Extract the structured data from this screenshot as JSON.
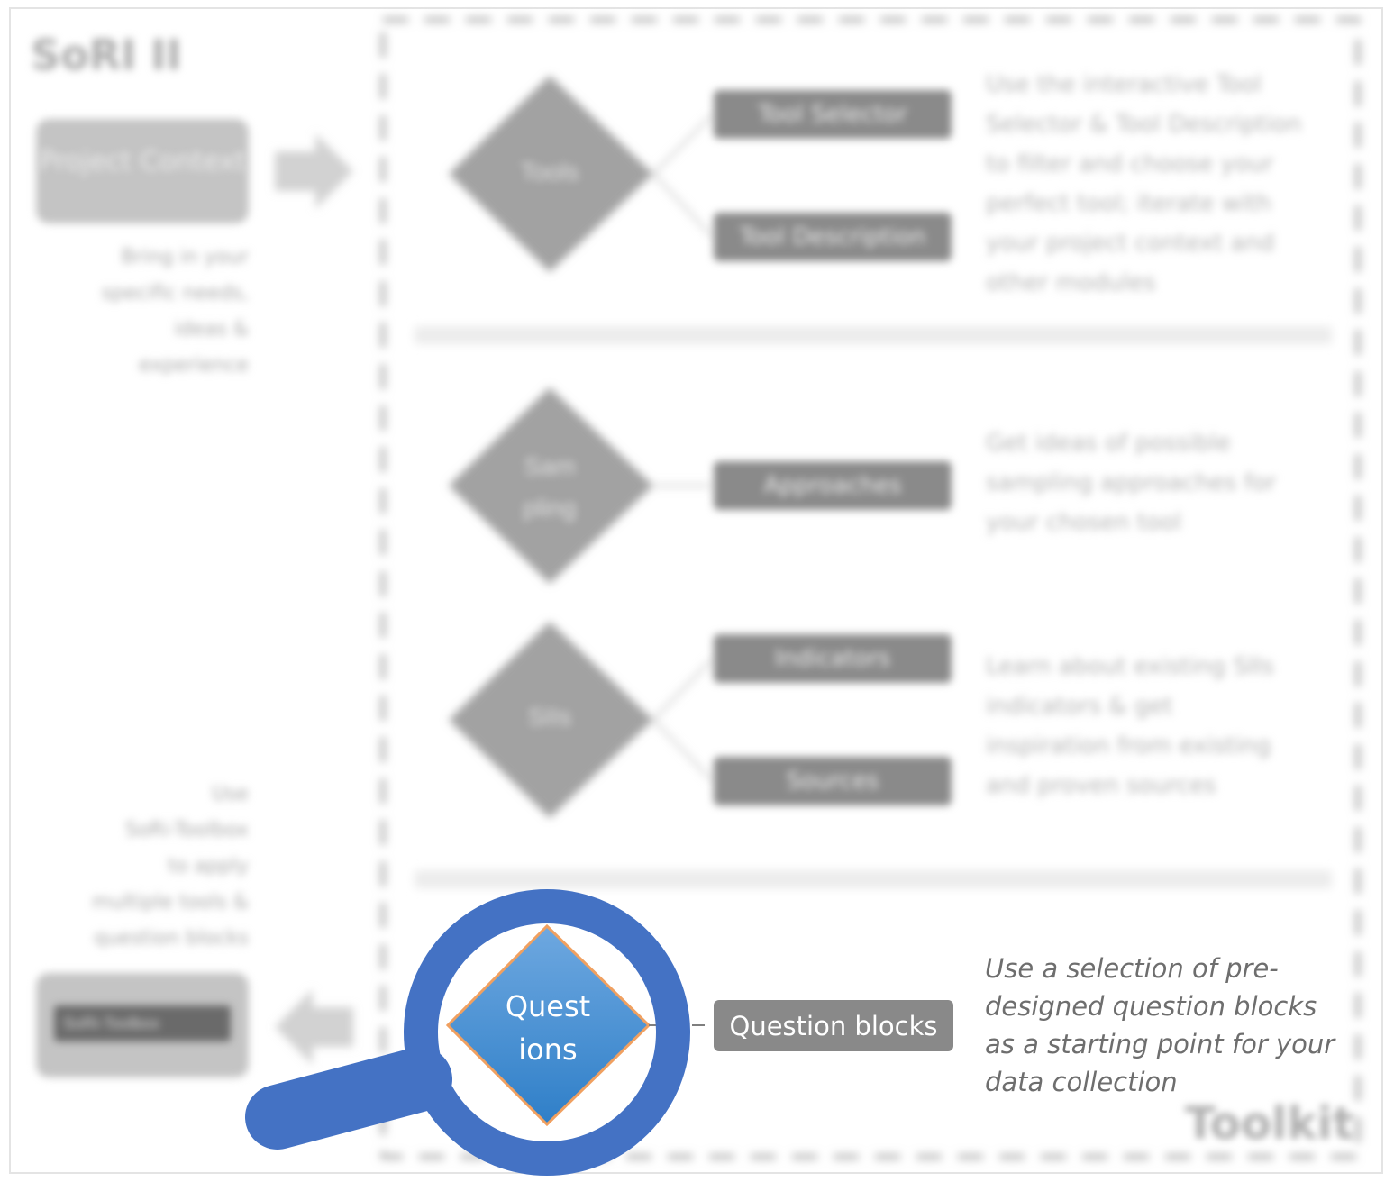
{
  "title": "SoRI II",
  "left_panel": {
    "project_context_label": "Project Context",
    "project_context_desc": [
      "Bring in your",
      "specific needs,",
      "ideas &",
      "experience"
    ],
    "toolbox_desc": [
      "Use",
      "SoRi-Toolbox",
      "to apply",
      "multiple tools &",
      "question blocks"
    ],
    "toolbox_button": "SoRi-Toolbox"
  },
  "sections": [
    {
      "diamond_label": "Tools",
      "buttons": [
        "Tool Selector",
        "Tool Description"
      ],
      "description": [
        "Use the interactive Tool",
        "Selector & Tool Description",
        "to filter and choose your",
        "perfect tool; iterate with",
        "your project context and",
        "other modules"
      ]
    },
    {
      "diamond_label": "Sam pling",
      "buttons": [
        "Approaches"
      ],
      "description": [
        "Get ideas of possible",
        "sampling approaches for",
        "your chosen tool"
      ]
    },
    {
      "diamond_label": "SIIs",
      "buttons": [
        "Indicators",
        "Sources"
      ],
      "description": [
        "Learn about existing SIIs",
        "indicators & get",
        "inspiration from existing",
        "and proven sources"
      ]
    }
  ],
  "focus": {
    "diamond_label_line1": "Quest",
    "diamond_label_line2": "ions",
    "button_label": "Question blocks",
    "description": "Use a selection of pre-designed question blocks as a starting point for your data collection",
    "description_lines": [
      "Use a selection of pre-",
      "designed question blocks",
      "as a starting point for your",
      "data collection"
    ]
  },
  "watermark": "Toolkit",
  "colors": {
    "magnifier": "#4472c4",
    "diamond_fill_top": "#6ea8e0",
    "diamond_fill_bottom": "#2f7fc8",
    "diamond_stroke": "#f0a060",
    "button_grey": "#898989",
    "blur_grey": "#aaaaaa"
  }
}
